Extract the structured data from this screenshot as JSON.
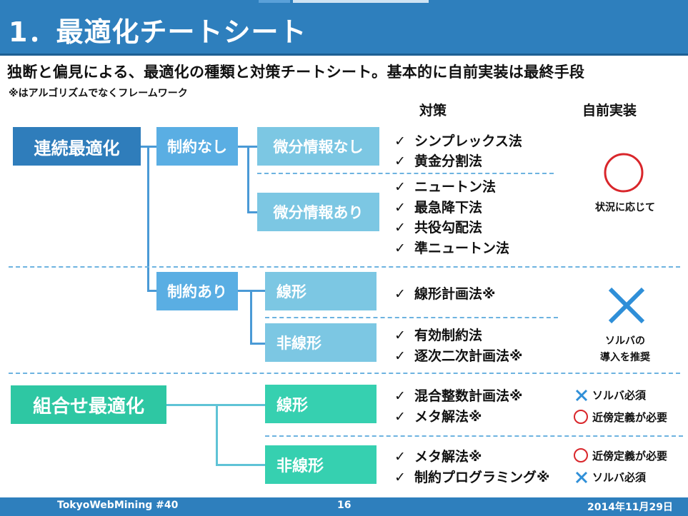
{
  "header": {
    "title": "1．最適化チートシート",
    "subtitle": "独断と偏見による、最適化の種類と対策チートシート。基本的に自前実装は最終手段",
    "note": "※はアルゴリズムでなくフレームワーク"
  },
  "columns": {
    "measures": "対策",
    "self_impl": "自前実装"
  },
  "continuous": {
    "label": "連続最適化",
    "unconstrained": {
      "label": "制約なし",
      "no_gradient": {
        "label": "微分情報なし",
        "items": [
          "シンプレックス法",
          "黄金分割法"
        ]
      },
      "with_gradient": {
        "label": "微分情報あり",
        "items": [
          "ニュートン法",
          "最急降下法",
          "共役勾配法",
          "準ニュートン法"
        ]
      },
      "self_note": "状況に応じて"
    },
    "constrained": {
      "label": "制約あり",
      "linear": {
        "label": "線形",
        "items": [
          "線形計画法※"
        ]
      },
      "nonlinear": {
        "label": "非線形",
        "items": [
          "有効制約法",
          "逐次二次計画法※"
        ]
      },
      "self_note_line1": "ソルバの",
      "self_note_line2": "導入を推奨"
    }
  },
  "combinatorial": {
    "label": "組合せ最適化",
    "linear": {
      "label": "線形",
      "items": [
        "混合整数計画法※",
        "メタ解法※"
      ],
      "notes": [
        "ソルバ必須",
        "近傍定義が必要"
      ]
    },
    "nonlinear": {
      "label": "非線形",
      "items": [
        "メタ解法※",
        "制約プログラミング※"
      ],
      "notes": [
        "近傍定義が必要",
        "ソルバ必須"
      ]
    }
  },
  "check_mark": "✓",
  "footer": {
    "left": "TokyoWebMining #40",
    "page": "16",
    "date": "2014年11月29日"
  },
  "colors": {
    "title_bar": "#2e7fbd",
    "circle_red": "#d9262b",
    "cross_blue": "#2f8fd8",
    "box_dark_blue": "#2f7dbb",
    "box_green": "#2ec7a3"
  }
}
